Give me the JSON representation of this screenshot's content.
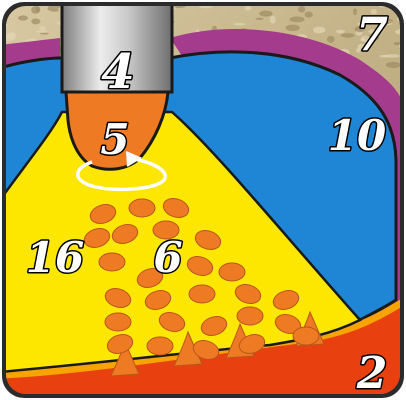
{
  "labels": {
    "label_2": "2",
    "label_4": "4",
    "label_5": "5",
    "label_6": "6",
    "label_7": "7",
    "label_10": "10",
    "label_16": "16"
  },
  "colors": {
    "frame": "#2b2b2b",
    "rock": "#cdbb92",
    "rock_dark": "#a08c64",
    "cavity": "#1f86d6",
    "purple_layer": "#a43b8c",
    "bottom_layer": "#e8410f",
    "bottom_edge": "#f7a400",
    "yellow_spray": "#fde600",
    "tube_light": "#e8e8e8",
    "tube_dark": "#8a8a8a",
    "nozzle": "#ef7a24",
    "particle": "#ef7a24"
  }
}
